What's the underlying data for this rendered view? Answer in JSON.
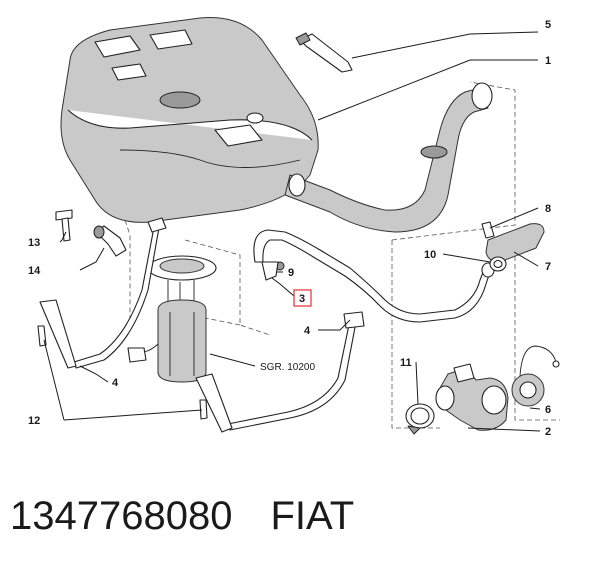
{
  "callouts": {
    "c1": "1",
    "c2": "2",
    "c3": "3",
    "c4a": "4",
    "c4b": "4",
    "c5": "5",
    "c6": "6",
    "c7": "7",
    "c8": "8",
    "c9": "9",
    "c10": "10",
    "c11": "11",
    "c12": "12",
    "c13": "13",
    "c14": "14"
  },
  "highlight_color": "#e03030",
  "sgr_label": "SGR. 10200",
  "caption": {
    "part_number": "1347768080",
    "brand": "FIAT"
  }
}
